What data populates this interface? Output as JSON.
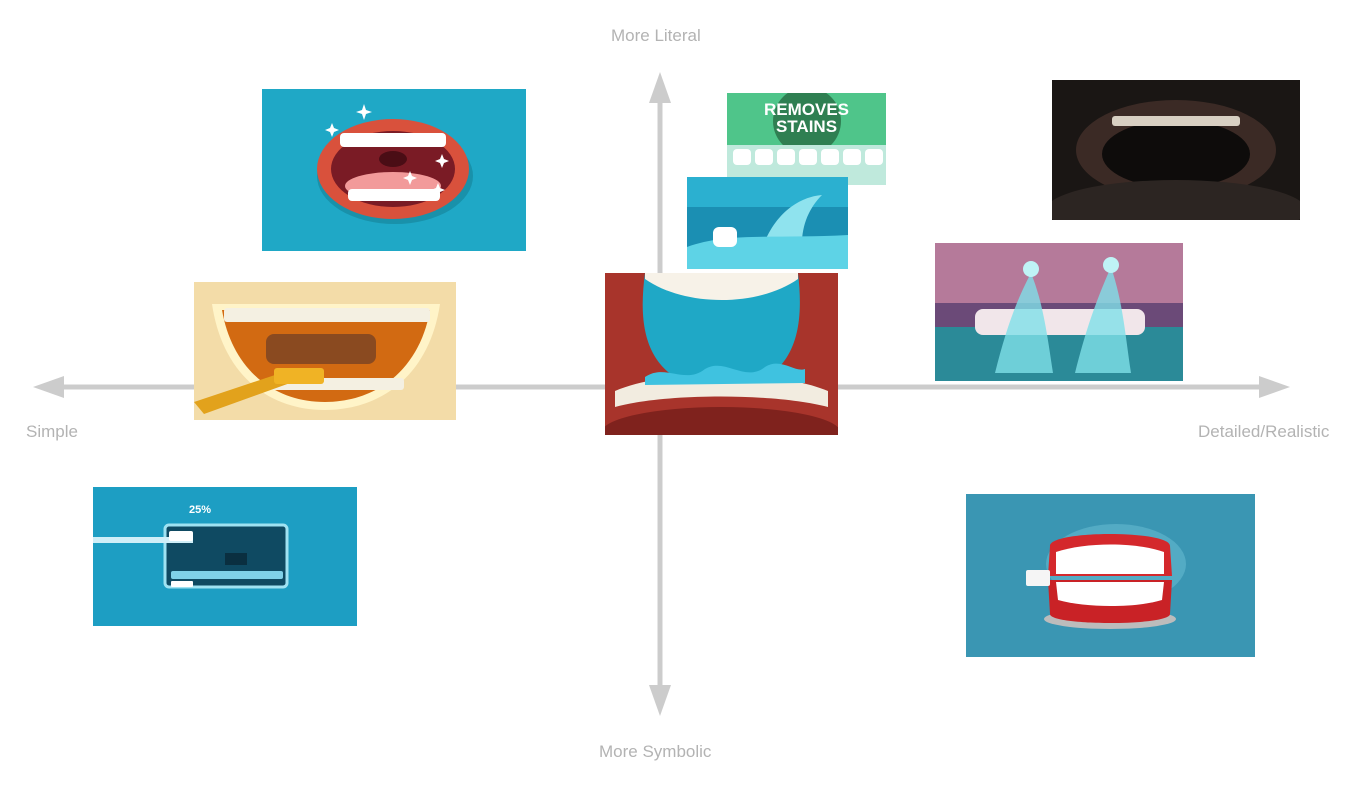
{
  "axes": {
    "top": "More Literal",
    "bottom": "More Symbolic",
    "left": "Simple",
    "right": "Detailed/Realistic"
  },
  "thumbnails": {
    "removes_stains_text": "REMOVES\nSTAINS",
    "brushing_percent": "25%"
  },
  "colors": {
    "axis": "#cccccc",
    "teal": "#1fa8c6",
    "red_mouth": "#a8342b"
  }
}
